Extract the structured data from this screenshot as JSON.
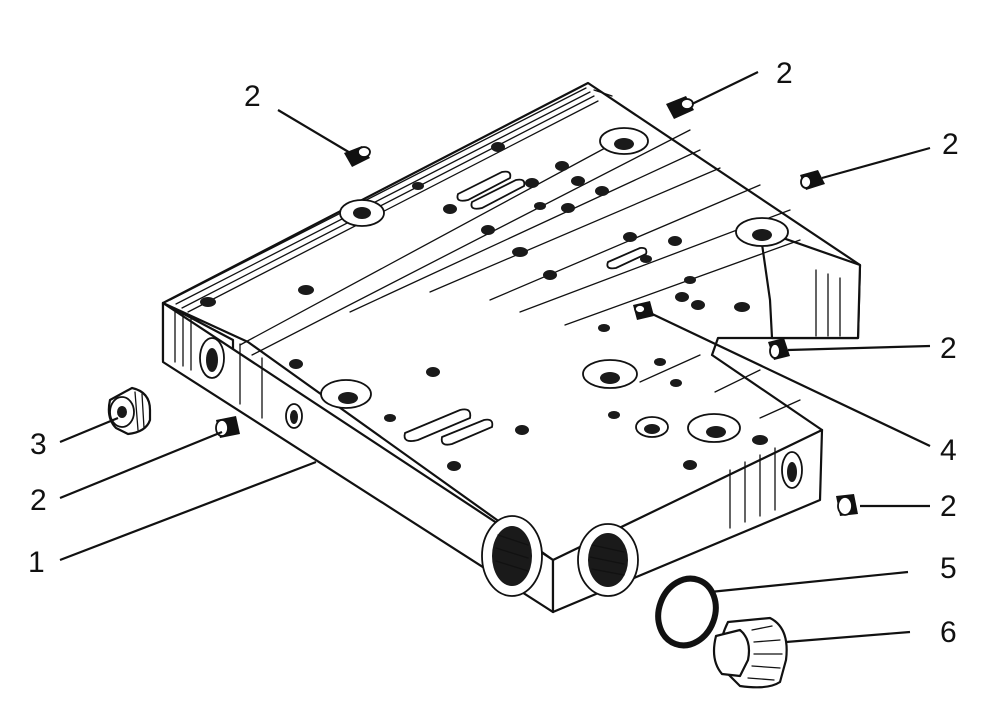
{
  "callouts": [
    {
      "id": "c2a",
      "label": "2"
    },
    {
      "id": "c2b",
      "label": "2"
    },
    {
      "id": "c2c",
      "label": "2"
    },
    {
      "id": "c2d",
      "label": "2"
    },
    {
      "id": "c3",
      "label": "3"
    },
    {
      "id": "c2e",
      "label": "2"
    },
    {
      "id": "c1",
      "label": "1"
    },
    {
      "id": "c4",
      "label": "4"
    },
    {
      "id": "c2f",
      "label": "2"
    },
    {
      "id": "c5",
      "label": "5"
    },
    {
      "id": "c6",
      "label": "6"
    }
  ],
  "colors": {
    "ink": "#111111",
    "paper": "#ffffff"
  }
}
